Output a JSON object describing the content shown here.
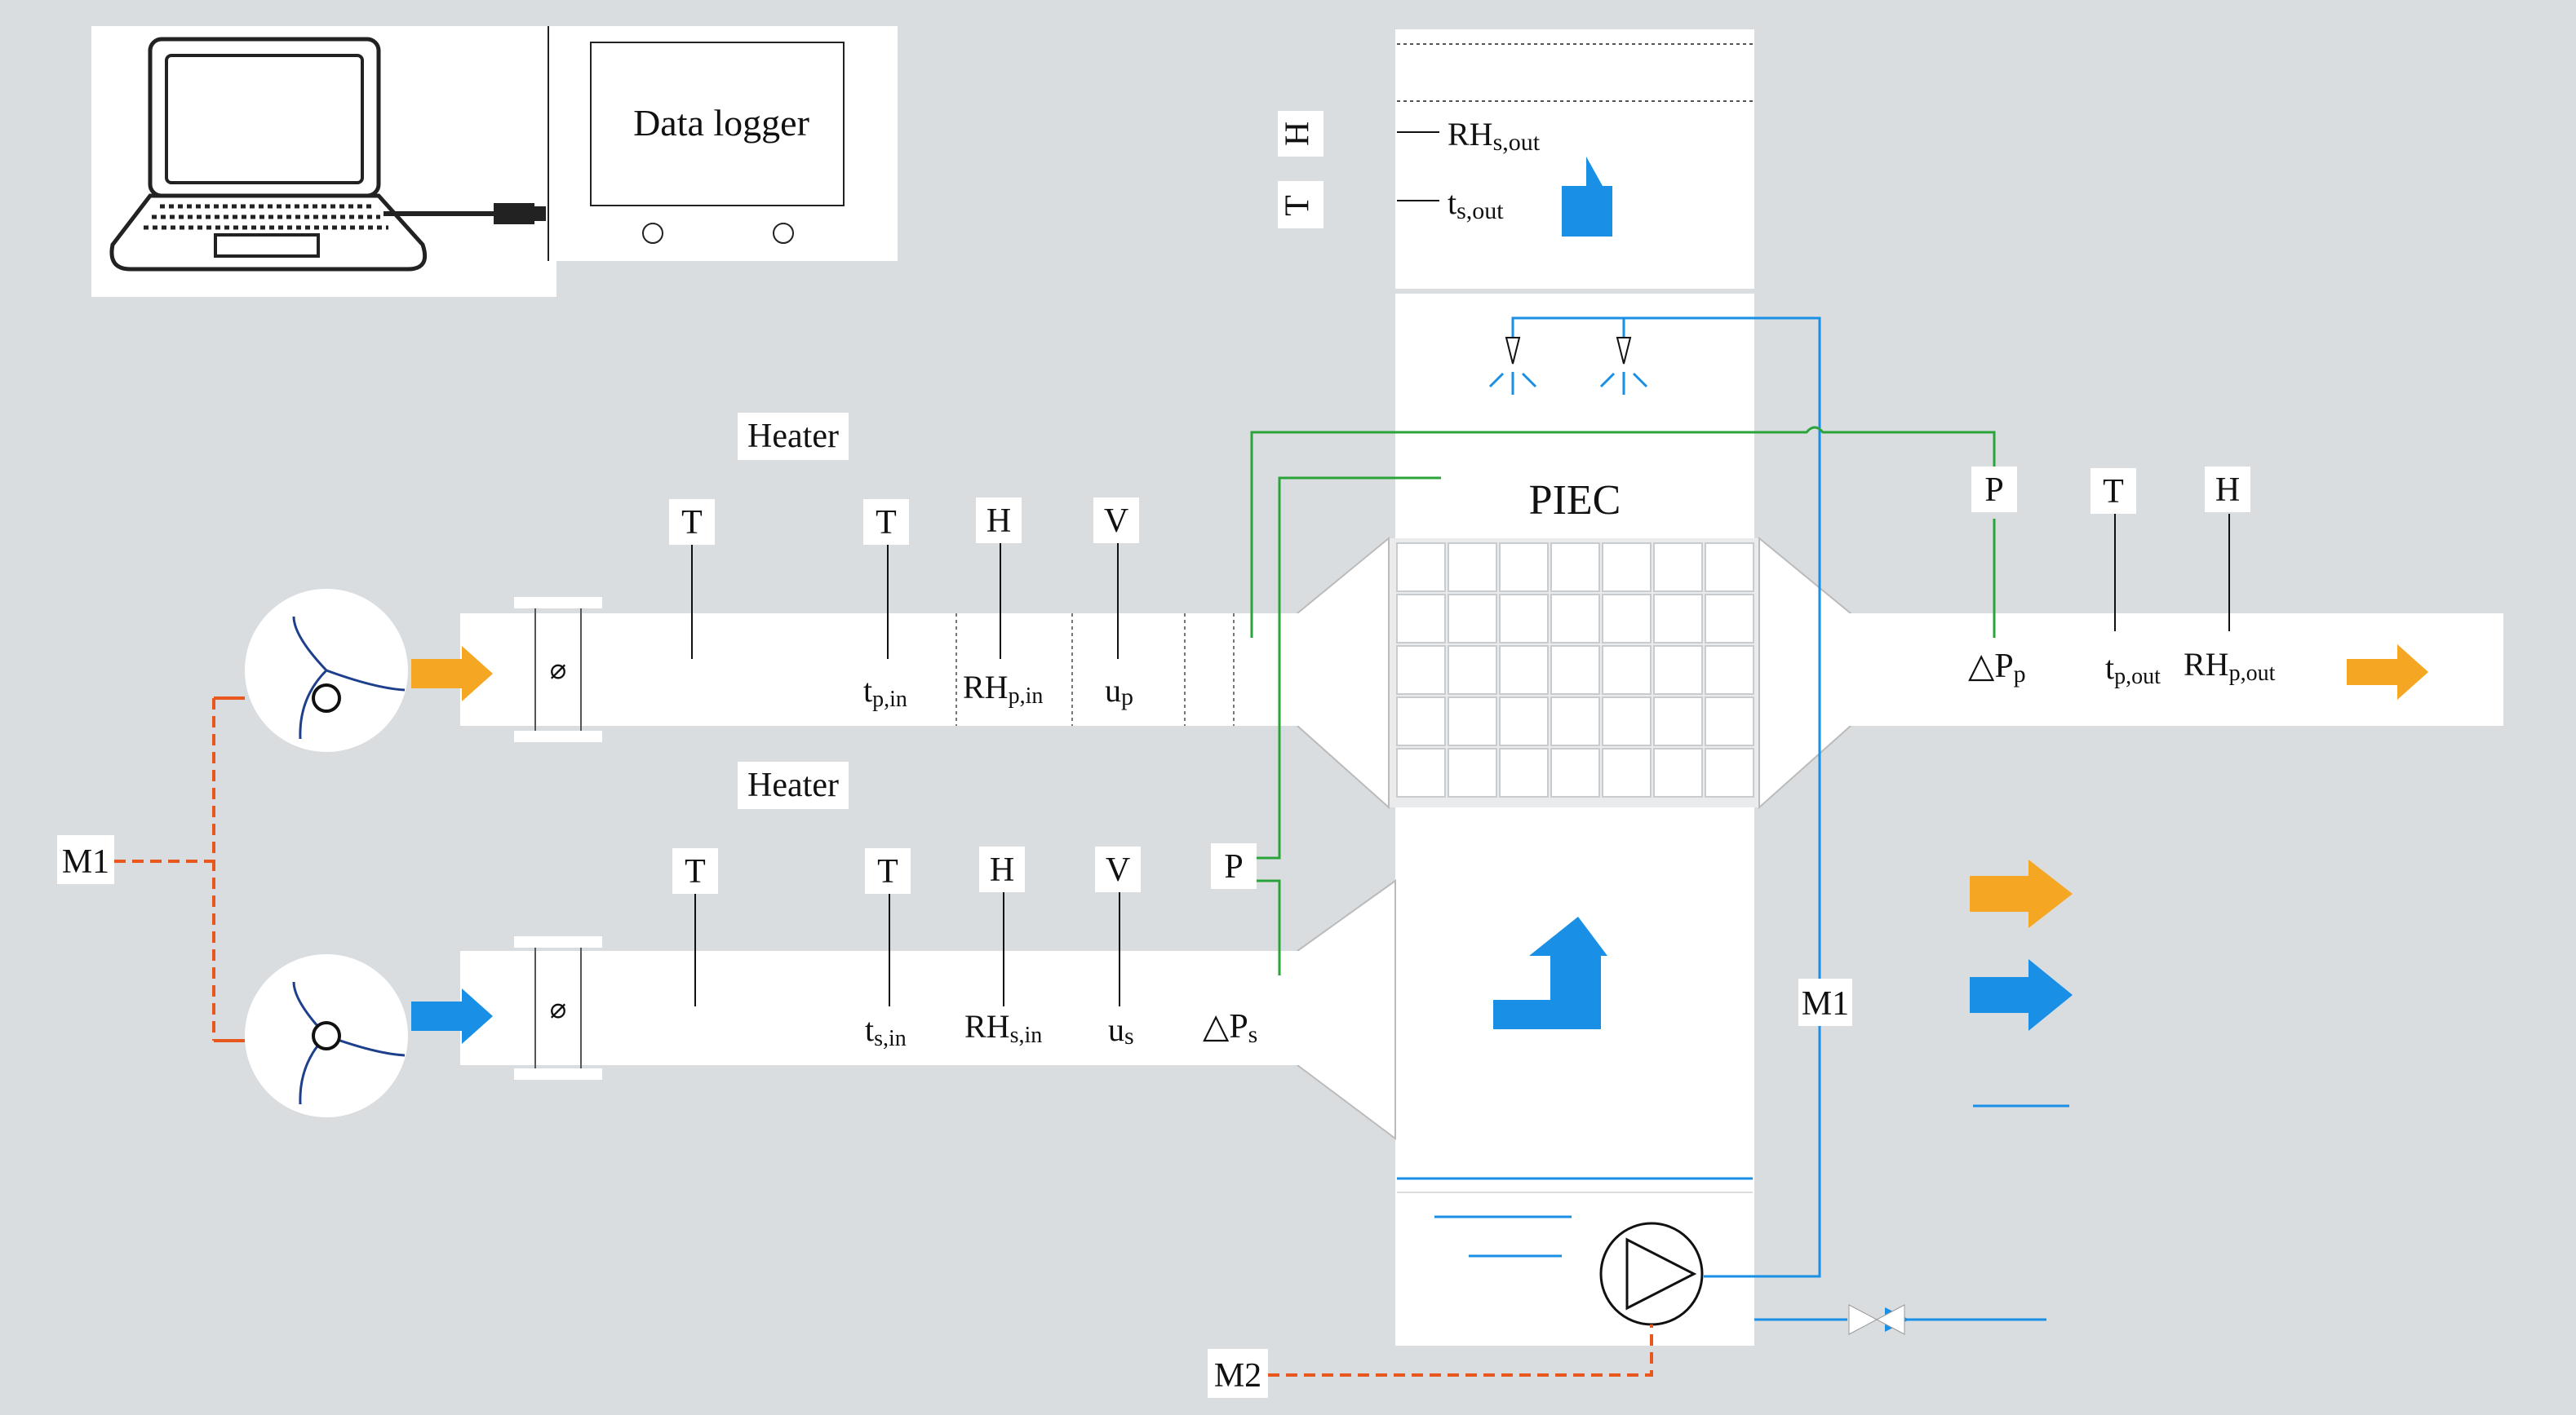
{
  "data_logger": {
    "label": "Data logger"
  },
  "sensors": {
    "temperature": "T",
    "humidity": "H",
    "velocity": "V",
    "pressure": "P"
  },
  "labels": {
    "heater": "Heater",
    "piec": "PIEC",
    "m1": "M1",
    "m2": "M2",
    "damper_symbol": "⌀",
    "delta": "△"
  },
  "variables": {
    "rh": "RH",
    "t": "t",
    "u": "u",
    "p": "P",
    "sub_s_out": "s,out",
    "sub_p_in": "p,in",
    "sub_s_in": "s,in",
    "sub_p_out": "p,out",
    "sub_p": "p",
    "sub_s": "s"
  },
  "colors": {
    "background": "#d9dde0",
    "primary_air": "#f5a623",
    "secondary_air": "#1a8fe6",
    "water": "#1a8fe6",
    "pressure_line": "#2aa33a",
    "control_line": "#e8571e",
    "duct": "#ffffff"
  },
  "legend_items": [
    "primary-air-arrow",
    "secondary-air-arrow",
    "water-line"
  ]
}
